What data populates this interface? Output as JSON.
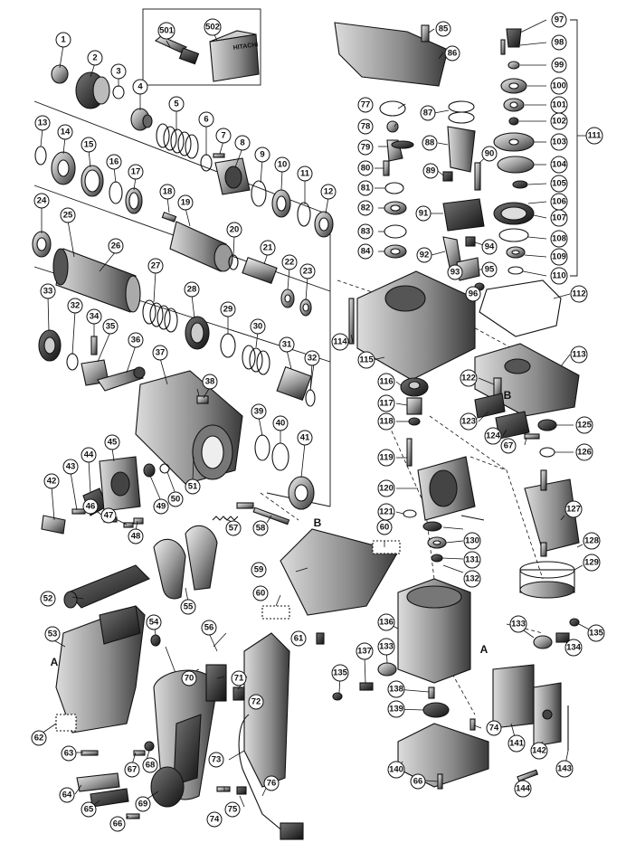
{
  "diagram": {
    "callouts": [
      "1",
      "2",
      "3",
      "4",
      "5",
      "6",
      "7",
      "8",
      "9",
      "10",
      "11",
      "12",
      "13",
      "14",
      "15",
      "16",
      "17",
      "18",
      "19",
      "20",
      "21",
      "22",
      "23",
      "24",
      "25",
      "26",
      "27",
      "28",
      "29",
      "30",
      "31",
      "32",
      "33",
      "34",
      "35",
      "36",
      "37",
      "38",
      "39",
      "40",
      "41",
      "42",
      "43",
      "44",
      "45",
      "46",
      "47",
      "48",
      "49",
      "50",
      "51",
      "52",
      "53",
      "54",
      "55",
      "56",
      "57",
      "58",
      "59",
      "60",
      "61",
      "62",
      "63",
      "64",
      "65",
      "66",
      "67",
      "68",
      "69",
      "70",
      "71",
      "72",
      "73",
      "74",
      "75",
      "76",
      "77",
      "78",
      "79",
      "80",
      "81",
      "82",
      "83",
      "84",
      "85",
      "86",
      "87",
      "88",
      "89",
      "90",
      "91",
      "92",
      "93",
      "94",
      "95",
      "96",
      "97",
      "98",
      "99",
      "100",
      "101",
      "102",
      "103",
      "104",
      "105",
      "106",
      "107",
      "108",
      "109",
      "110",
      "111",
      "112",
      "113",
      "114",
      "115",
      "116",
      "117",
      "118",
      "119",
      "120",
      "121",
      "122",
      "123",
      "124",
      "125",
      "126",
      "127",
      "128",
      "129",
      "130",
      "131",
      "132",
      "133",
      "134",
      "135",
      "136",
      "137",
      "138",
      "139",
      "140",
      "141",
      "142",
      "143",
      "144",
      "501",
      "502"
    ],
    "extra_callouts": [
      "32",
      "60",
      "66",
      "67",
      "74",
      "133",
      "135"
    ],
    "reference_marks": [
      "A",
      "B"
    ],
    "case_label": "HITACHI"
  }
}
